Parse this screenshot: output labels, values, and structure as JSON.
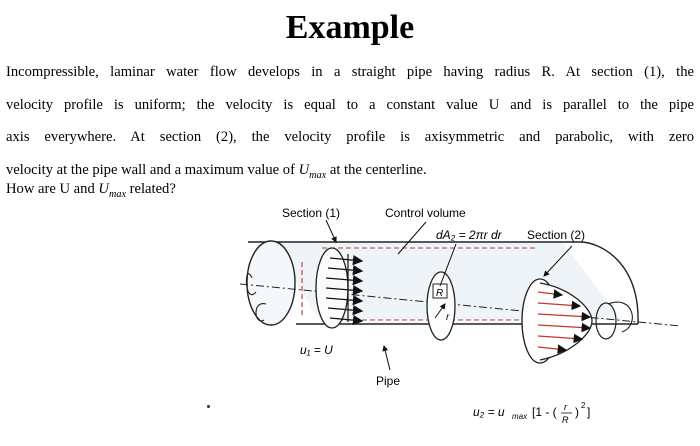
{
  "title": "Example",
  "paragraph": {
    "line1": "Incompressible, laminar water flow develops in a straight pipe having radius R. At section (1), the",
    "line2": "velocity profile is uniform; the velocity is equal to a constant value U and is parallel to the pipe",
    "line3": "axis everywhere. At section (2), the velocity profile is axisymmetric and parabolic, with zero",
    "line4_before": "velocity at the pipe wall and a maximum value of",
    "u_symbol": "U",
    "u_sub": "max",
    "line4_after": "at the centerline."
  },
  "question": {
    "before": "How are U and",
    "u_symbol": "U",
    "u_sub": "max",
    "after": "related?"
  },
  "figure": {
    "label_section1": "Section (1)",
    "label_control_volume": "Control volume",
    "label_dA": "dA₂ = 2πr dr",
    "label_section2": "Section (2)",
    "label_R": "R",
    "label_r": "r",
    "label_u1": "u₁ = U",
    "label_pipe": "Pipe",
    "label_u2_lhs": "u₂ = u",
    "label_u2_sub": "max",
    "label_u2_bracket": "[1 - (",
    "label_u2_frac_num": "r",
    "label_u2_frac_den": "R",
    "label_u2_close": ")",
    "label_u2_exp": "2",
    "label_u2_end": "]"
  }
}
